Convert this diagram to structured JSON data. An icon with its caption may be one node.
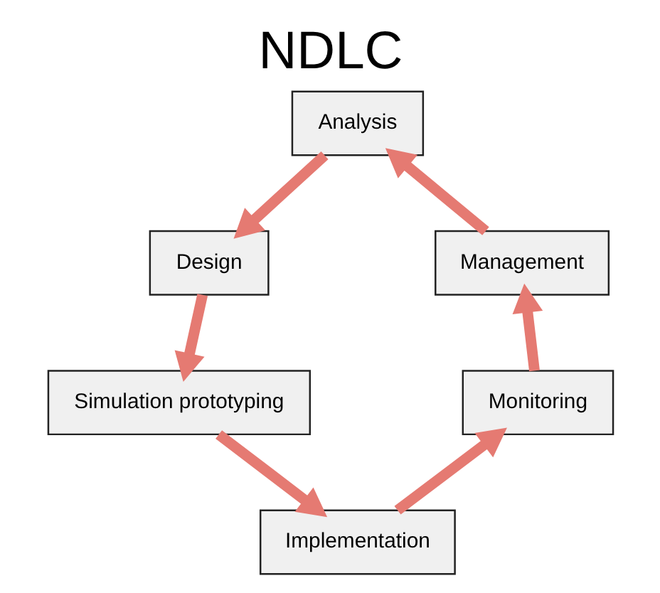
{
  "diagram": {
    "title": "NDLC",
    "nodes": [
      {
        "text": [
          "Analysis"
        ]
      },
      {
        "text": [
          "Design"
        ]
      },
      {
        "text": [
          "Simulation prototyping"
        ]
      },
      {
        "text": [
          "Implementation"
        ]
      },
      {
        "text": [
          "Monitoring"
        ]
      },
      {
        "text": [
          "Management"
        ]
      }
    ],
    "edges": [
      {
        "from": 0,
        "to": 1,
        "arrow": "to"
      },
      {
        "from": 1,
        "to": 2,
        "arrow": "to"
      },
      {
        "from": 2,
        "to": 3,
        "arrow": "to"
      },
      {
        "from": 3,
        "to": 4,
        "arrow": "to"
      },
      {
        "from": 4,
        "to": 5,
        "arrow": "to"
      },
      {
        "from": 5,
        "to": 0,
        "arrow": "to"
      }
    ]
  }
}
